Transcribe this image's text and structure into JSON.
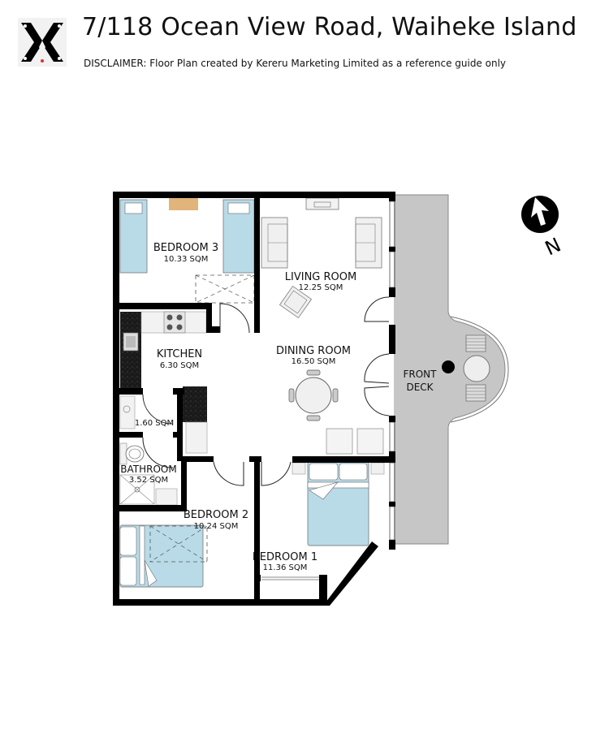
{
  "header": {
    "title": "7/118 Ocean View Road, Waiheke Island",
    "disclaimer": "DISCLAIMER: Floor Plan created by Kereru Marketing Limited as a reference guide only",
    "logo_icon": "monogram-logo-icon"
  },
  "compass": {
    "icon": "north-arrow-icon",
    "label": "N"
  },
  "rooms": [
    {
      "id": "bedroom-3",
      "name": "BEDROOM 3",
      "area": "10.33 SQM"
    },
    {
      "id": "living-room",
      "name": "LIVING ROOM",
      "area": "12.25 SQM"
    },
    {
      "id": "kitchen",
      "name": "KITCHEN",
      "area": "6.30 SQM"
    },
    {
      "id": "dining-room",
      "name": "DINING ROOM",
      "area": "16.50 SQM"
    },
    {
      "id": "laundry",
      "name": "",
      "area": "1.60 SQM"
    },
    {
      "id": "bathroom",
      "name": "BATHROOM",
      "area": "3.52 SQM"
    },
    {
      "id": "bedroom-2",
      "name": "BEDROOM 2",
      "area": "10.24 SQM"
    },
    {
      "id": "bedroom-1",
      "name": "BEDROOM 1",
      "area": "11.36 SQM"
    },
    {
      "id": "front-deck",
      "name_line1": "FRONT",
      "name_line2": "DECK"
    }
  ],
  "colors": {
    "wall": "#000000",
    "bed_blue": "#b9dbe8",
    "deck_grey": "#c8c8c8",
    "wood": "#e0b47a",
    "counter_granite": "#1a1a1a"
  }
}
